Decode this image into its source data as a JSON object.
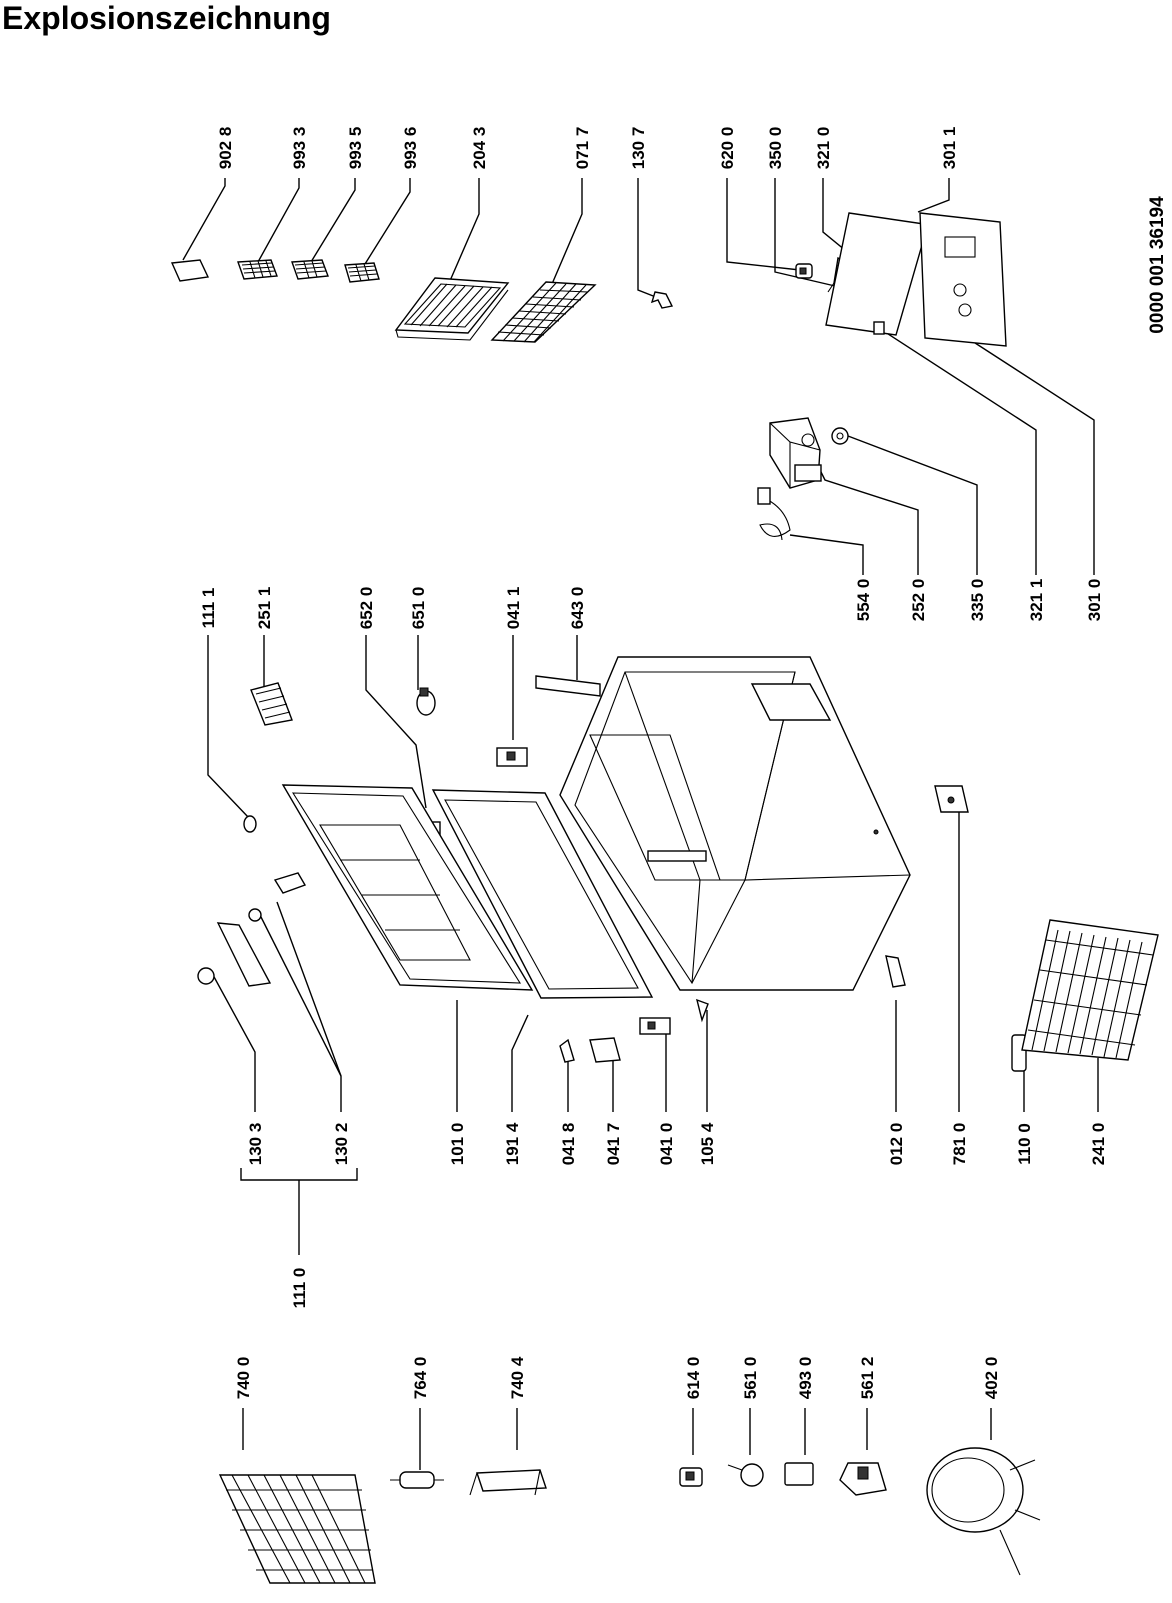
{
  "title": "Explosionszeichnung",
  "document_number": "0000 001 36194",
  "part_labels": {
    "p9028": "902 8",
    "p9933": "993 3",
    "p9935": "993 5",
    "p9936": "993 6",
    "p2043": "204 3",
    "p0717": "071 7",
    "p1307": "130 7",
    "p6200": "620 0",
    "p3500": "350 0",
    "p3210": "321 0",
    "p3011": "301 1",
    "p5540": "554 0",
    "p2520": "252 0",
    "p3350": "335 0",
    "p3211": "321 1",
    "p3010": "301 0",
    "p1111": "111 1",
    "p2511": "251 1",
    "p6520": "652 0",
    "p6510": "651 0",
    "p0411": "041 1",
    "p6430": "643 0",
    "p1303": "130 3",
    "p1302": "130 2",
    "p1010": "101 0",
    "p1914": "191 4",
    "p0418": "041 8",
    "p0417": "041 7",
    "p0410": "041 0",
    "p1054": "105 4",
    "p0120": "012 0",
    "p7810": "781 0",
    "p1100": "110 0",
    "p2410": "241 0",
    "p1110": "111 0",
    "p7400": "740 0",
    "p7640": "764 0",
    "p7404": "740 4",
    "p6140": "614 0",
    "p5610": "561 0",
    "p4930": "493 0",
    "p5612": "561 2",
    "p4020": "402 0"
  }
}
